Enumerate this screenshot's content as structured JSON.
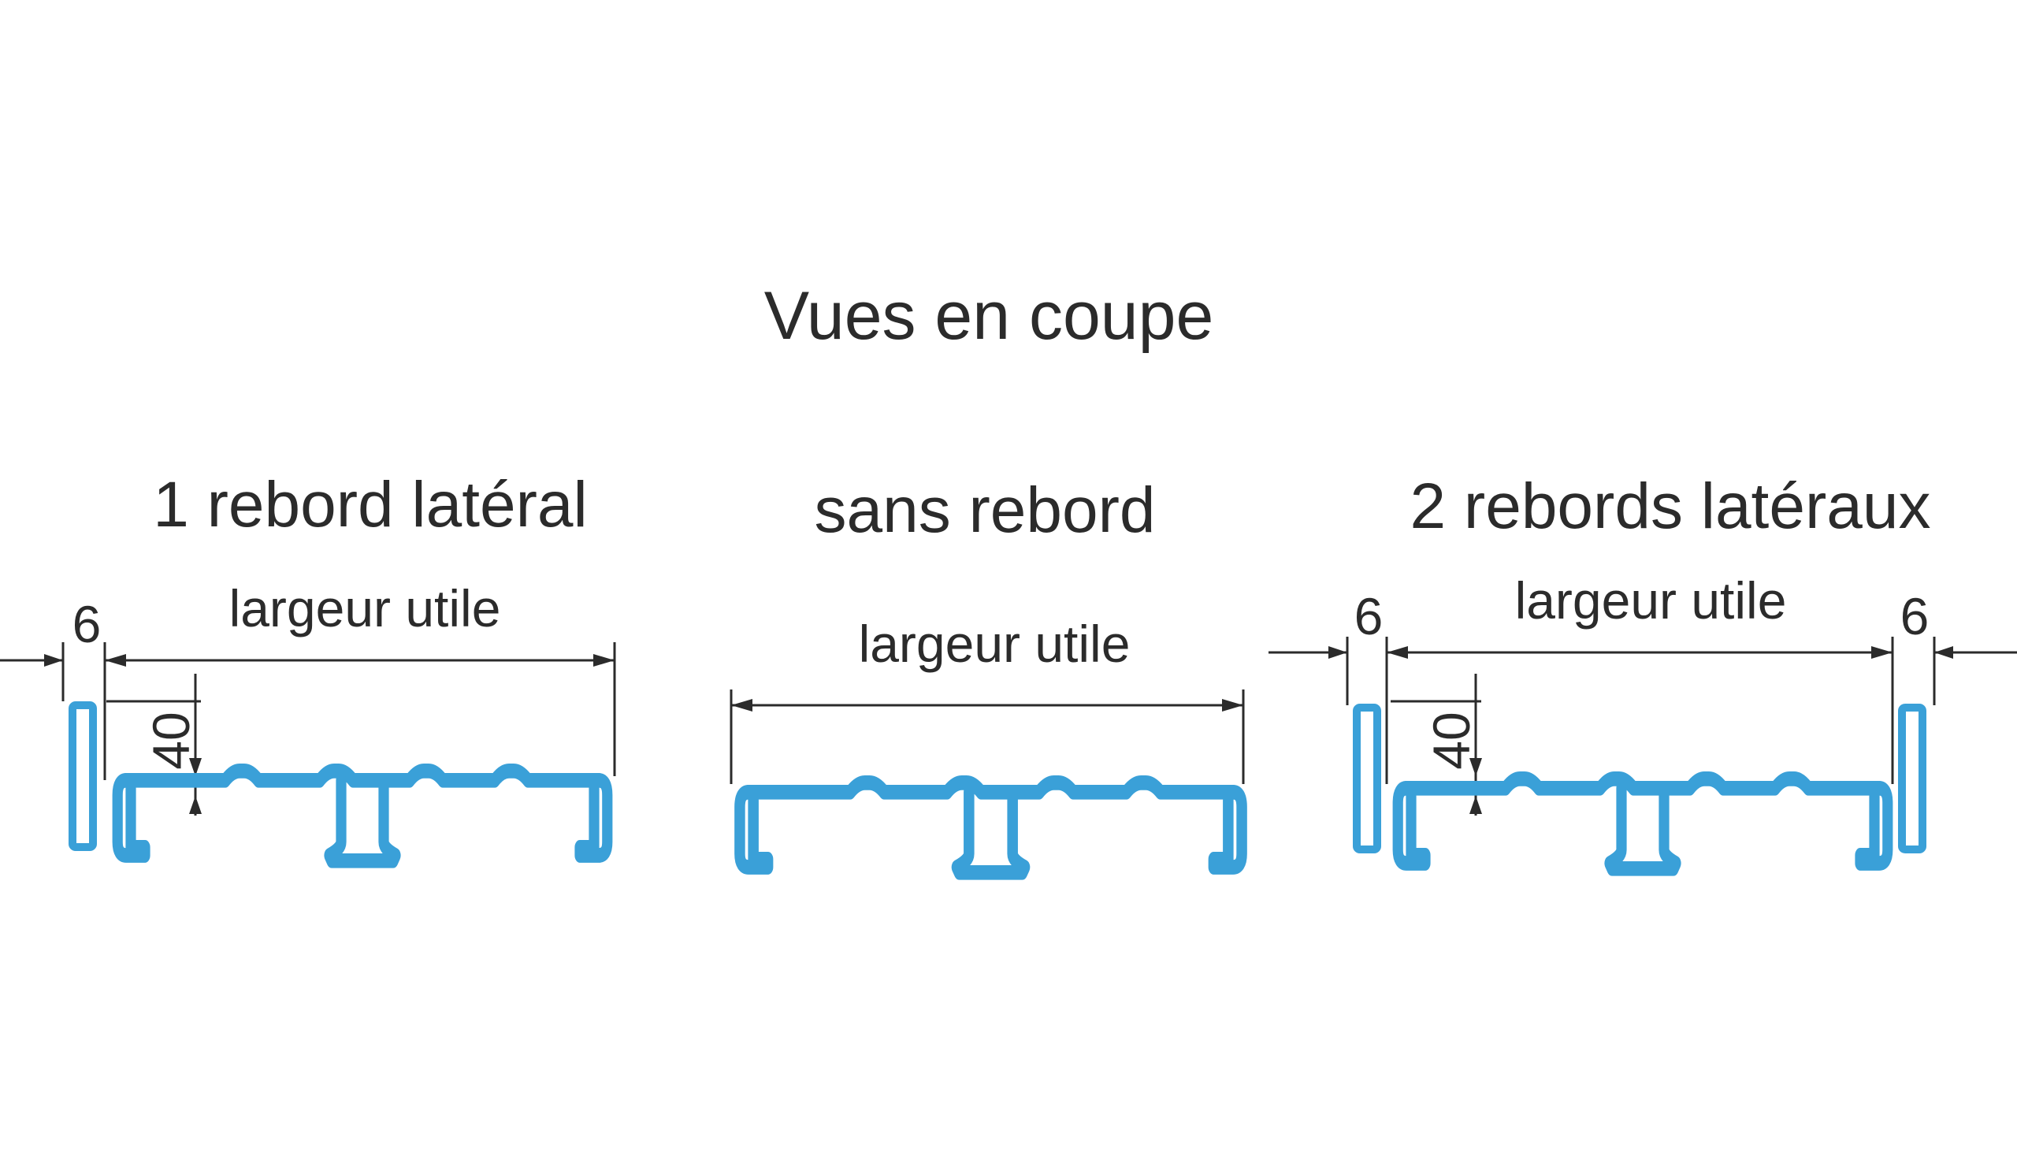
{
  "title": "Vues en coupe",
  "views": [
    {
      "heading": "1 rebord latéral",
      "width_label": "largeur utile",
      "left_dim": "6",
      "height_dim": "40"
    },
    {
      "heading": "sans rebord",
      "width_label": "largeur utile"
    },
    {
      "heading": "2 rebords latéraux",
      "width_label": "largeur utile",
      "left_dim": "6",
      "right_dim": "6",
      "height_dim": "40"
    }
  ],
  "colors": {
    "profile": "#3aa0d8",
    "line": "#2b2b2b",
    "background": "#ffffff"
  }
}
